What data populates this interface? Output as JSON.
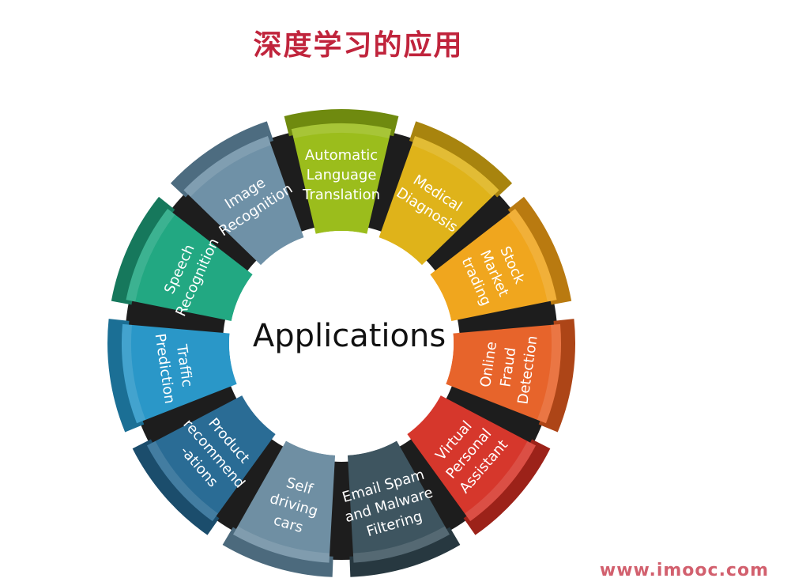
{
  "title": "深度学习的应用",
  "center_label": "Applications",
  "watermark": "www.imooc.com",
  "segments": [
    {
      "id": "automatic-language-translation",
      "lines": [
        "Automatic",
        "Language",
        "Translation"
      ],
      "color": "#9bbd1c",
      "dark": "#6f8a0f"
    },
    {
      "id": "medical-diagnosis",
      "lines": [
        "Medical",
        "Diagnosis"
      ],
      "color": "#dfb31a",
      "dark": "#a8840e"
    },
    {
      "id": "stock-market-trading",
      "lines": [
        "Stock",
        "Market",
        "trading"
      ],
      "color": "#f0a61e",
      "dark": "#b97a10"
    },
    {
      "id": "online-fraud-detection",
      "lines": [
        "Online",
        "Fraud",
        "Detection"
      ],
      "color": "#e7642b",
      "dark": "#ad4517"
    },
    {
      "id": "virtual-personal-assistant",
      "lines": [
        "Virtual",
        "Personal",
        "Assistant"
      ],
      "color": "#d6372c",
      "dark": "#9c2219"
    },
    {
      "id": "email-spam-malware-filtering",
      "lines": [
        "Email Spam",
        "and Malware",
        "Filtering"
      ],
      "color": "#3e5560",
      "dark": "#273840"
    },
    {
      "id": "self-driving-cars",
      "lines": [
        "Self",
        "driving",
        "cars"
      ],
      "color": "#6f8fa3",
      "dark": "#4c6a7d"
    },
    {
      "id": "product-recommendations",
      "lines": [
        "Product",
        "recommend",
        "-ations"
      ],
      "color": "#2a6c95",
      "dark": "#1b4d6c"
    },
    {
      "id": "traffic-prediction",
      "lines": [
        "Traffic",
        "Prediction"
      ],
      "color": "#2a97c8",
      "dark": "#1b6f95"
    },
    {
      "id": "speech-recognition",
      "lines": [
        "Speech",
        "Recognition"
      ],
      "color": "#22a882",
      "dark": "#16785c"
    },
    {
      "id": "image-recognition",
      "lines": [
        "Image",
        "Recognition"
      ],
      "color": "#6f91a7",
      "dark": "#4d6c80"
    }
  ]
}
